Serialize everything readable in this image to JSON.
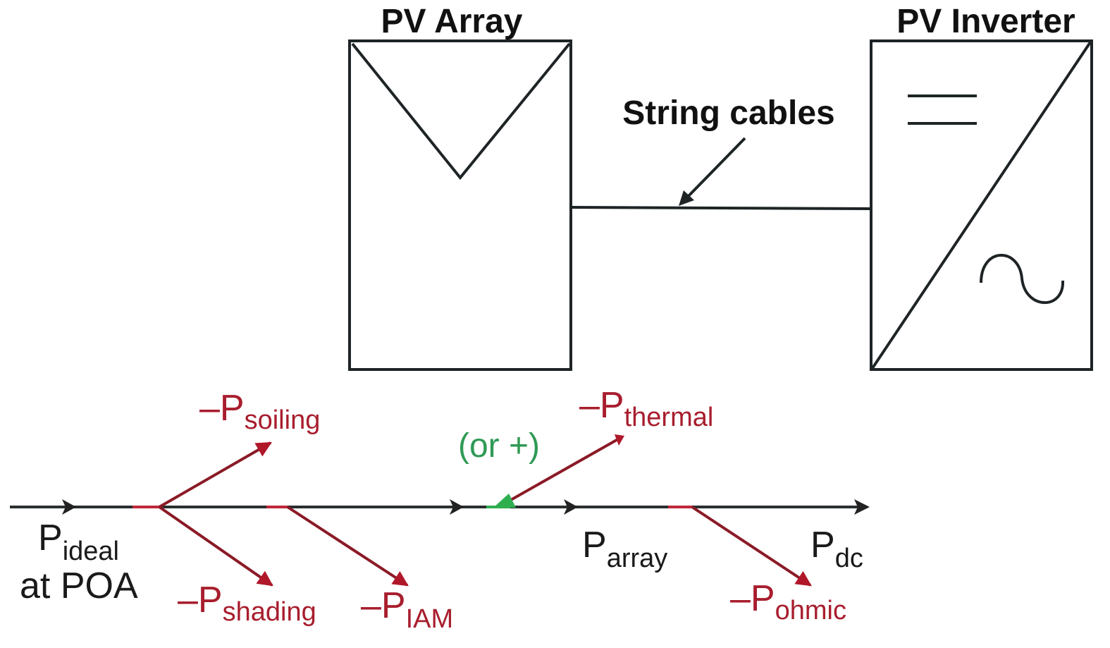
{
  "components": {
    "pv_array": {
      "title": "PV Array"
    },
    "pv_inverter": {
      "title": "PV Inverter"
    },
    "cable": {
      "label": "String cables"
    }
  },
  "flow": {
    "p_ideal": {
      "main": "P",
      "sub": "ideal",
      "line2": "at POA"
    },
    "p_array": {
      "main": "P",
      "sub": "array"
    },
    "p_dc": {
      "main": "P",
      "sub": "dc"
    },
    "losses": [
      {
        "prefix": "–P",
        "sub": "soiling"
      },
      {
        "prefix": "–P",
        "sub": "shading"
      },
      {
        "prefix": "–P",
        "sub": "IAM"
      },
      {
        "prefix": "–P",
        "sub": "thermal"
      },
      {
        "prefix": "–P",
        "sub": "ohmic"
      }
    ],
    "gain_note": "(or +)"
  },
  "colors": {
    "line": "#1a1a1a",
    "loss": "#a81e2e",
    "gain": "#2f9a55"
  }
}
